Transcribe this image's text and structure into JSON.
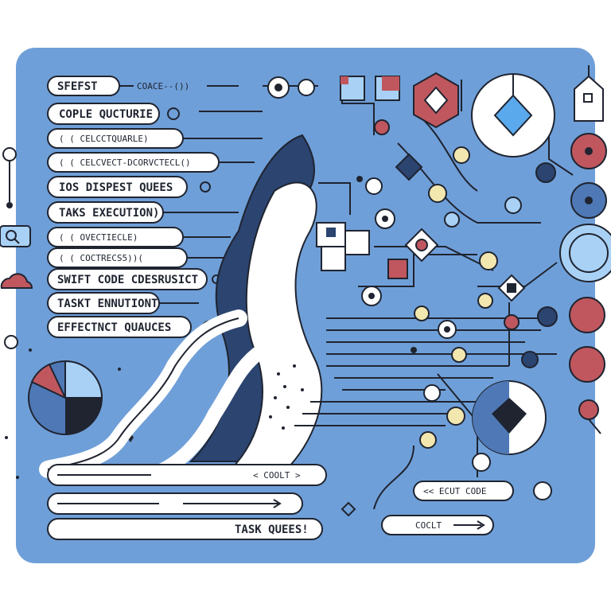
{
  "colors": {
    "panel": "#6f9fd8",
    "panel_dark": "#4f79b6",
    "navy": "#2b4470",
    "ink": "#1f2430",
    "white": "#ffffff",
    "red": "#c0575f",
    "yellow": "#f3e7b0",
    "light_blue": "#a9d1f5",
    "bright_blue": "#5aa9ec"
  },
  "labels": {
    "top_snippet": "SFEFST",
    "top_call": "COACE--())",
    "copie": "COPLE QUCTURIE",
    "cel1": "( ( CELCCTQUARLE)",
    "cel2": "( ( CELCVECT-DCORVCTECL()",
    "ios": "IOS DISPEST QUEES",
    "taks": "TAKS EXECUTION)",
    "ove": "( ( OVECTIECLE)",
    "coc": "( ( COCTRECS5))(",
    "swift": "SWIFT CODE CDESRUSICT",
    "taskt": "TASKT ENNUTIONT",
    "effect": "EFFECTNCT QUAUCES",
    "cool": "< COOLT >",
    "ecut": "<< ECUT CODE",
    "task_ques": "TASK QUEES!",
    "coclt": "COCLT"
  },
  "icons": [
    "search-icon",
    "cloud-icon",
    "house-icon",
    "pie-chart-icon",
    "diamond-icon",
    "puzzle-icon",
    "gear-icon"
  ]
}
